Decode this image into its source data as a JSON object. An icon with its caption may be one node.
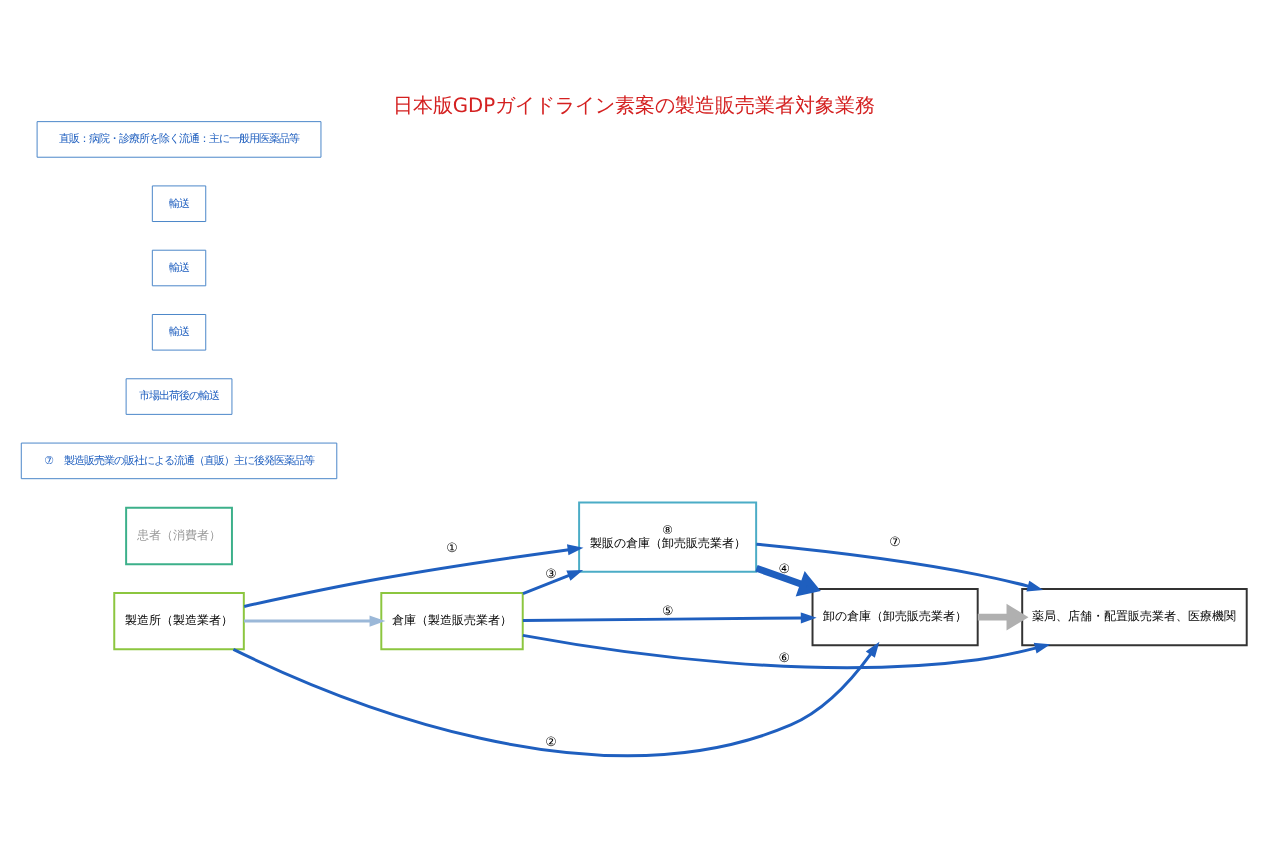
{
  "diagram": {
    "title": "日本版GDPガイドライン素案の製造販売業者対象業務",
    "nodes": [
      {
        "text": [
          "製造所（製造業者）"
        ]
      },
      {
        "text": [
          "倉庫（製造販売業者）"
        ]
      },
      {
        "text": [
          "⑧",
          "製販の倉庫（卸売販売業者）"
        ]
      },
      {
        "text": [
          "卸の倉庫（卸売販売業者）"
        ]
      },
      {
        "text": [
          "薬局、店舗・配置販売業者、医療機関"
        ]
      },
      {
        "text": [
          "患者（消費者）"
        ]
      }
    ],
    "edges": [
      {
        "from": 0,
        "to": 3,
        "arrow": "to",
        "label": "②"
      },
      {
        "from": 0,
        "to": 2,
        "arrow": "to",
        "label": "①"
      },
      {
        "from": 0,
        "to": 1,
        "arrow": "to",
        "color": "#9bb8d8"
      },
      {
        "from": 2,
        "to": 4,
        "arrow": "to",
        "label": "⑦"
      },
      {
        "from": 1,
        "to": 2,
        "arrow": "to",
        "label": "③"
      },
      {
        "from": 2,
        "to": 3,
        "arrow": "to",
        "label": "④",
        "style": "thick"
      },
      {
        "from": 1,
        "to": 3,
        "arrow": "to",
        "label": "⑤"
      },
      {
        "from": 1,
        "to": 4,
        "arrow": "to",
        "label": "⑥"
      },
      {
        "from": 3,
        "to": 4,
        "arrow": "to",
        "color": "#b0b0b0",
        "style": "thick"
      }
    ],
    "labels": [
      "⑦　製造販売業の販社による流通（直販）主に後発医薬品等",
      "市場出荷後の輸送",
      "輸送",
      "輸送",
      "輸送",
      "直販：病院・診療所を除く流通：主に一般用医薬品等"
    ]
  }
}
